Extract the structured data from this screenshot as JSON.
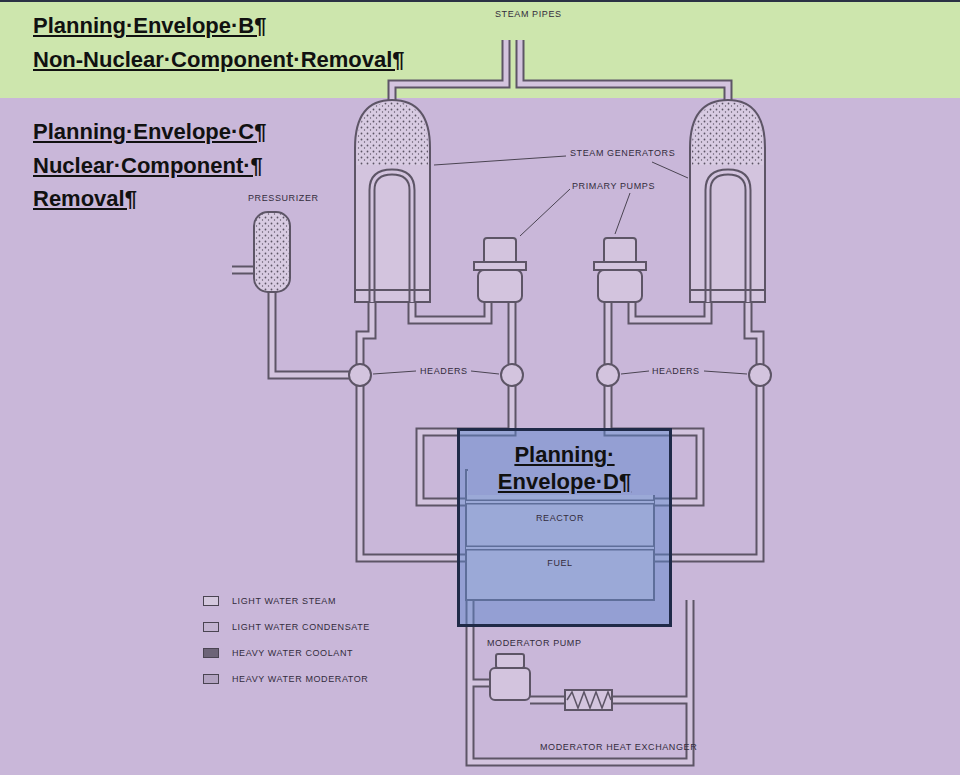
{
  "diagram": {
    "nodes": [
      {
        "text": [
          "Planning·Envelope·B¶",
          "Non-Nuclear·Component·Removal¶"
        ]
      },
      {
        "text": [
          "Planning·Envelope·C¶",
          "Nuclear·Component·¶",
          "Removal¶"
        ]
      },
      {
        "text": [
          "Planning· Envelope·D¶"
        ],
        "in": 1
      }
    ],
    "labels": [
      "STEAM PIPES",
      "STEAM GENERATORS",
      "PRIMARY PUMPS",
      "PRESSURIZER",
      "HEADERS",
      "HEADERS",
      "REACTOR",
      "FUEL",
      "MODERATOR PUMP",
      "MODERATOR HEAT EXCHANGER"
    ],
    "legend": [
      {
        "text": "LIGHT WATER STEAM",
        "color": "#d4c8de"
      },
      {
        "text": "LIGHT WATER CONDENSATE",
        "color": "#c4b4d2"
      },
      {
        "text": "HEAVY WATER COOLANT",
        "color": "#6d6478"
      },
      {
        "text": "HEAVY WATER MODERATOR",
        "color": "#b3a3c2"
      }
    ]
  }
}
